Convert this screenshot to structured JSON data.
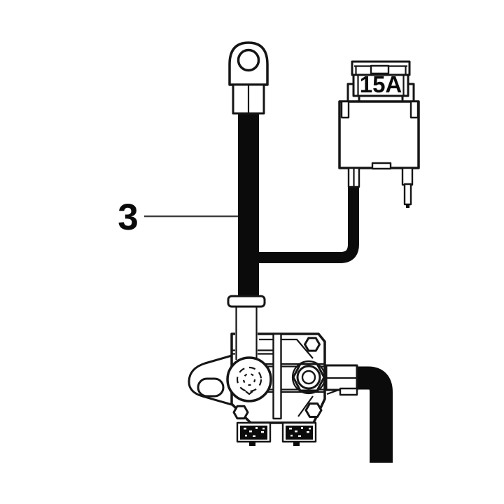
{
  "diagram": {
    "title": "Wiring harness parts diagram: ring terminal battery cable with 15A fuse holder and starter solenoid",
    "callout": {
      "number": "3"
    },
    "fuse": {
      "rating": "15A"
    },
    "components": [
      "ring-terminal",
      "battery-cable",
      "fuse-lead-wire",
      "blade-fuse",
      "fuse-holder",
      "starter-solenoid",
      "mounting-bracket",
      "solenoid-plunger-cap",
      "hex-terminal-fitting",
      "output-cable",
      "spade-terminal-blocks"
    ],
    "colors": {
      "line": "#151515",
      "cable_fill": "#0b0b0b",
      "background": "#ffffff",
      "leader_line": "#3f3f3f"
    }
  }
}
